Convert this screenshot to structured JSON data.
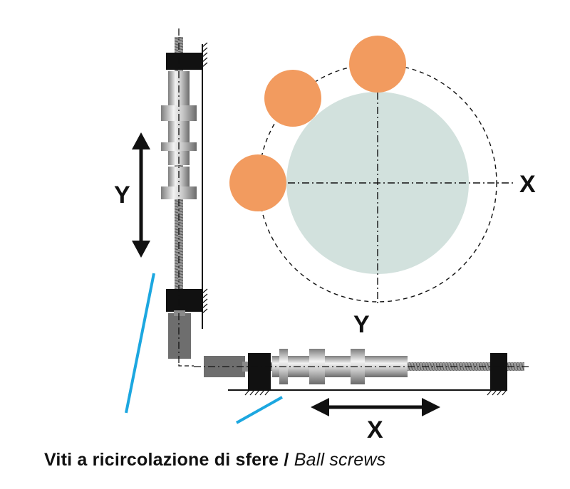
{
  "labels": {
    "vertical_axis": "Y",
    "horizontal_axis": "X",
    "circle_x": "X",
    "circle_y": "Y"
  },
  "caption": {
    "italian": "Viti a ricircolazione di sfere",
    "separator": " / ",
    "english": "Ball screws"
  },
  "colors": {
    "ball": "#F29B5F",
    "workpiece": "#D2E1DD",
    "accent_line": "#1CA7E0",
    "block": "#111111",
    "motor": "#6E6E6E"
  }
}
